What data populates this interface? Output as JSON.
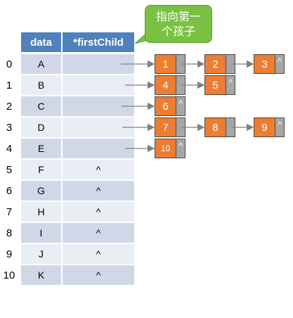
{
  "callout": {
    "text": "指向第一个孩子"
  },
  "table": {
    "headers": [
      "data",
      "*firstChild"
    ],
    "rows": [
      {
        "index": "0",
        "data": "A",
        "first_child": ""
      },
      {
        "index": "1",
        "data": "B",
        "first_child": ""
      },
      {
        "index": "2",
        "data": "C",
        "first_child": ""
      },
      {
        "index": "3",
        "data": "D",
        "first_child": ""
      },
      {
        "index": "4",
        "data": "E",
        "first_child": ""
      },
      {
        "index": "5",
        "data": "F",
        "first_child": "^"
      },
      {
        "index": "6",
        "data": "G",
        "first_child": "^"
      },
      {
        "index": "7",
        "data": "H",
        "first_child": "^"
      },
      {
        "index": "8",
        "data": "I",
        "first_child": "^"
      },
      {
        "index": "9",
        "data": "J",
        "first_child": "^"
      },
      {
        "index": "10",
        "data": "K",
        "first_child": "^"
      }
    ]
  },
  "child_lists": [
    {
      "row": "0",
      "nodes": [
        {
          "value": "1",
          "next": ""
        },
        {
          "value": "2",
          "next": ""
        },
        {
          "value": "3",
          "next": "^"
        }
      ]
    },
    {
      "row": "1",
      "nodes": [
        {
          "value": "4",
          "next": ""
        },
        {
          "value": "5",
          "next": "^"
        }
      ]
    },
    {
      "row": "2",
      "nodes": [
        {
          "value": "6",
          "next": "^"
        }
      ]
    },
    {
      "row": "3",
      "nodes": [
        {
          "value": "7",
          "next": ""
        },
        {
          "value": "8",
          "next": ""
        },
        {
          "value": "9",
          "next": "^"
        }
      ]
    },
    {
      "row": "4",
      "nodes": [
        {
          "value": "10",
          "next": "^"
        }
      ]
    }
  ],
  "colors": {
    "header": "#4f81bd",
    "row_dark": "#d0d8e8",
    "row_light": "#e9edf4",
    "node_value": "#ed7d31",
    "node_pointer": "#a6a6a6",
    "callout": "#7ac143",
    "arrow": "#7f7f7f"
  }
}
